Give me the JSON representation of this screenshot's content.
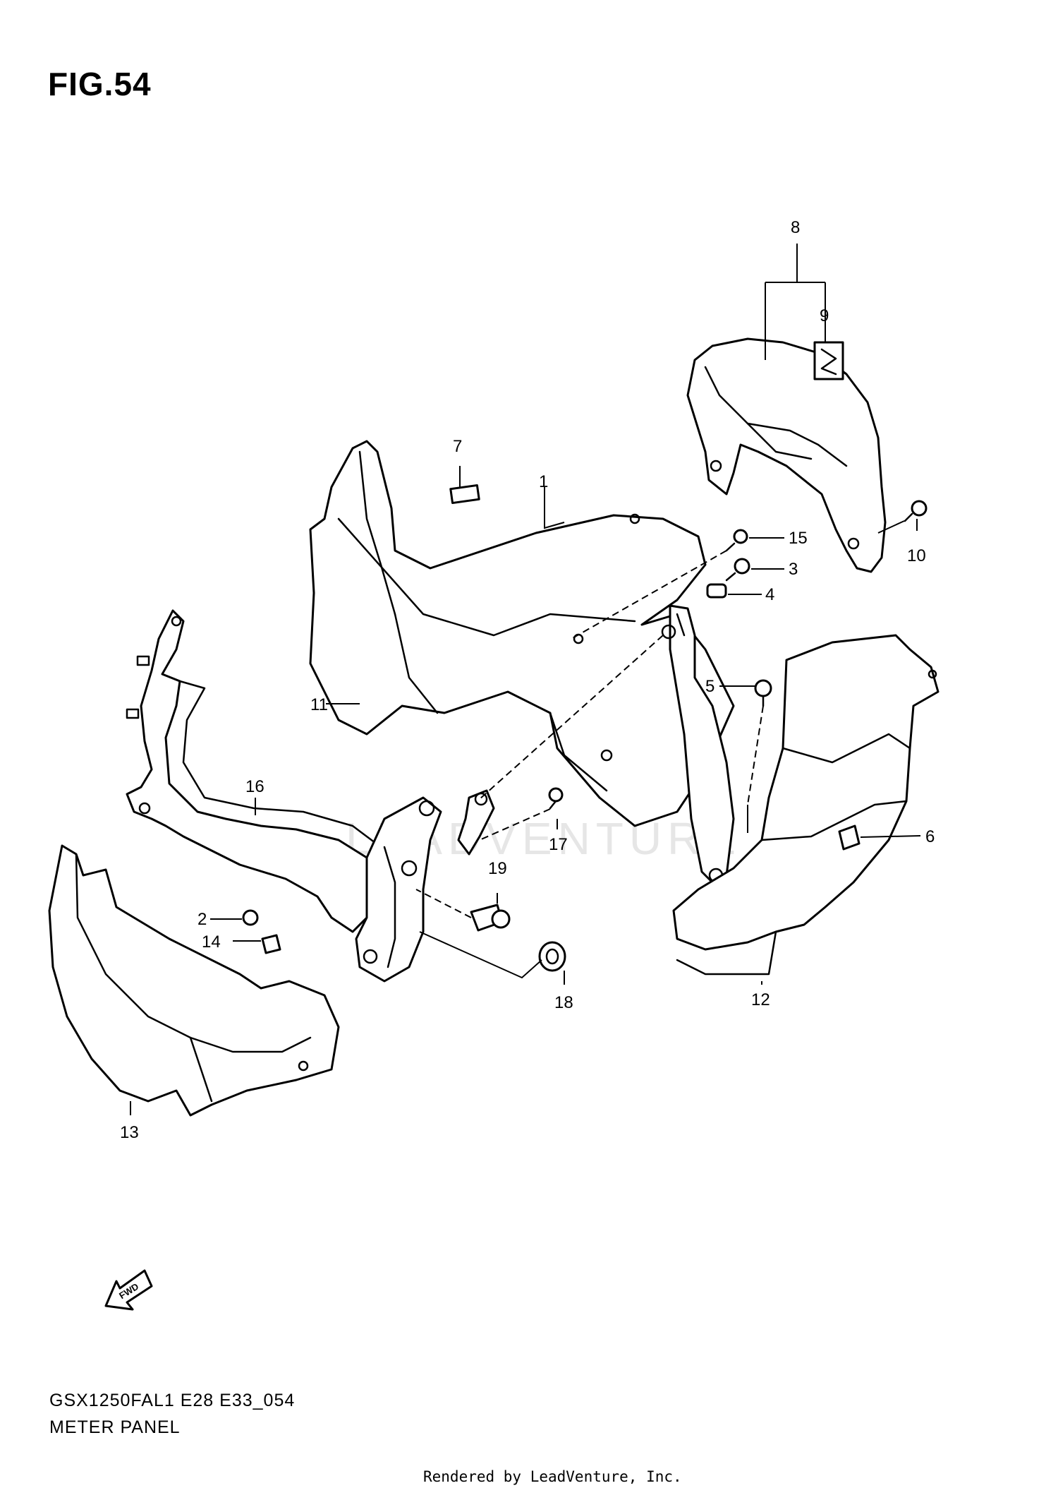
{
  "figure": {
    "title": "FIG.54",
    "model_code": "GSX1250FAL1 E28 E33_054",
    "section_name": "METER PANEL",
    "credit": "Rendered by LeadVenture, Inc.",
    "watermark": "LEADVENTURE",
    "fwd_label": "FWD"
  },
  "callouts": [
    {
      "id": "1",
      "label": "1"
    },
    {
      "id": "2",
      "label": "2"
    },
    {
      "id": "3",
      "label": "3"
    },
    {
      "id": "4",
      "label": "4"
    },
    {
      "id": "5",
      "label": "5"
    },
    {
      "id": "6",
      "label": "6"
    },
    {
      "id": "7",
      "label": "7"
    },
    {
      "id": "8",
      "label": "8"
    },
    {
      "id": "9",
      "label": "9"
    },
    {
      "id": "10",
      "label": "10"
    },
    {
      "id": "11",
      "label": "11"
    },
    {
      "id": "12",
      "label": "12"
    },
    {
      "id": "13",
      "label": "13"
    },
    {
      "id": "14",
      "label": "14"
    },
    {
      "id": "15",
      "label": "15"
    },
    {
      "id": "16",
      "label": "16"
    },
    {
      "id": "17",
      "label": "17"
    },
    {
      "id": "18",
      "label": "18"
    },
    {
      "id": "19",
      "label": "19"
    }
  ]
}
